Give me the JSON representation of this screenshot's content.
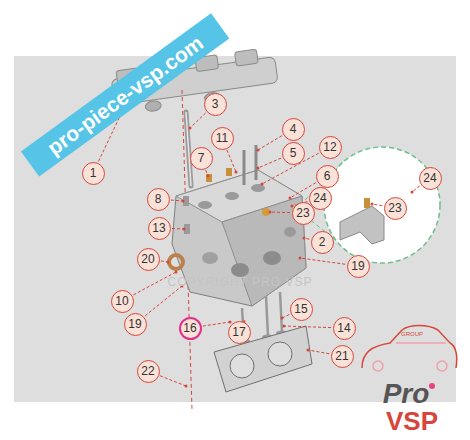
{
  "diagram": {
    "nodes": [
      {
        "text": [
          "3"
        ]
      },
      {
        "text": [
          "11"
        ]
      },
      {
        "text": [
          "4"
        ]
      },
      {
        "text": [
          "12"
        ]
      },
      {
        "text": [
          "1"
        ]
      },
      {
        "text": [
          "7"
        ]
      },
      {
        "text": [
          "5"
        ]
      },
      {
        "text": [
          "6"
        ]
      },
      {
        "text": [
          "24"
        ]
      },
      {
        "text": [
          "8"
        ]
      },
      {
        "text": [
          "24"
        ]
      },
      {
        "text": [
          "23"
        ]
      },
      {
        "text": [
          "23"
        ]
      },
      {
        "text": [
          "13"
        ]
      },
      {
        "text": [
          "2"
        ]
      },
      {
        "text": [
          "20"
        ]
      },
      {
        "text": [
          "19"
        ]
      },
      {
        "text": [
          "10"
        ]
      },
      {
        "text": [
          "15"
        ]
      },
      {
        "text": [
          "19"
        ]
      },
      {
        "text": [
          "16"
        ]
      },
      {
        "text": [
          "17"
        ]
      },
      {
        "text": [
          "14"
        ]
      },
      {
        "text": [
          "21"
        ]
      },
      {
        "text": [
          "22"
        ]
      }
    ],
    "edges": [],
    "labels": [
      "pro-piece-vsp.com",
      "COPYRIGHT PRO VSP",
      "GROUP",
      "Pro",
      "VSP"
    ]
  }
}
